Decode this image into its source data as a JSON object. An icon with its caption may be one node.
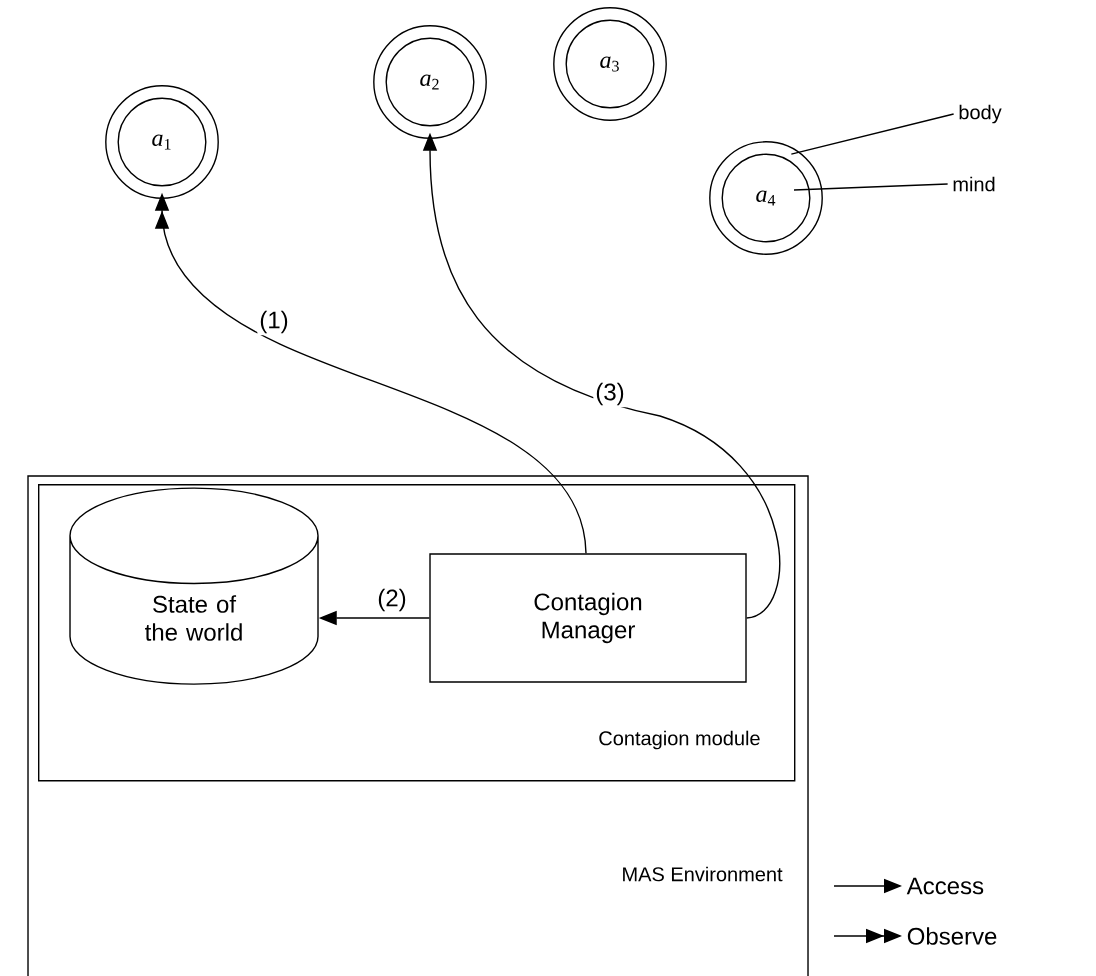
{
  "diagram": {
    "nodes": [
      {
        "text": [
          "*a*$_{1}$"
        ]
      },
      {
        "text": [
          "*a*$_{2}$"
        ]
      },
      {
        "text": [
          "*a*$_{3}$"
        ]
      },
      {
        "text": [
          "*a*$_{4}$"
        ]
      },
      {
        "text": [
          "body"
        ]
      },
      {
        "text": [
          "mind"
        ]
      },
      {
        "text": [
          "MAS Environment"
        ]
      },
      {
        "text": [
          "Contagion module"
        ],
        "in": 6
      },
      {
        "text": [
          "State of the world"
        ],
        "in": 7
      },
      {
        "text": [
          "Contagion Manager"
        ],
        "in": 7
      }
    ],
    "edges": [
      {
        "from": 9,
        "to": 0,
        "arrow": "to",
        "label": "(1)"
      },
      {
        "from": 9,
        "to": 8,
        "arrow": "to",
        "label": "(2)"
      },
      {
        "from": 9,
        "to": 1,
        "arrow": "to",
        "label": "(3)"
      },
      {
        "from": 4,
        "to": 3,
        "arrow": "none"
      },
      {
        "from": 5,
        "to": 3,
        "arrow": "none"
      }
    ],
    "legend": [
      {
        "text": "Access"
      },
      {
        "text": "Observe"
      }
    ]
  }
}
